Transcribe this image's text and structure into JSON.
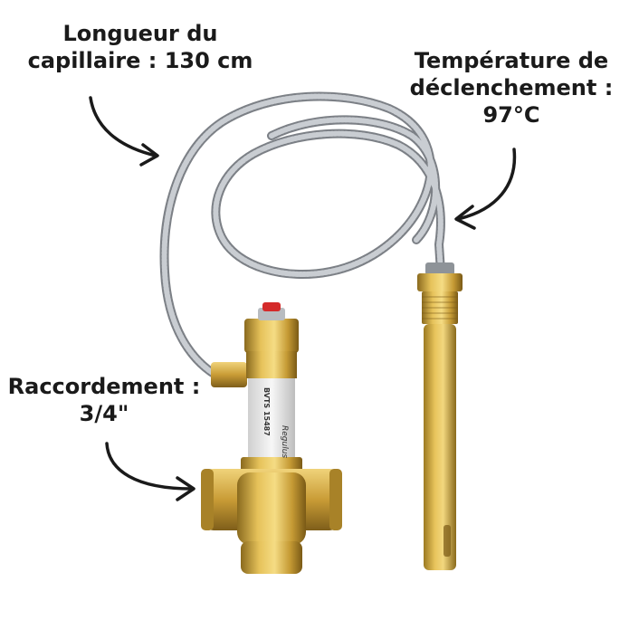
{
  "labels": {
    "capillary": {
      "line1": "Longueur du",
      "line2": "capillaire : 130 cm"
    },
    "temperature": {
      "line1": "Température de",
      "line2": "déclenchement :",
      "line3": "97°C"
    },
    "connection": {
      "line1": "Raccordement :",
      "line2": "3/4\""
    }
  },
  "valve_label_text": {
    "model": "BVTS 15487",
    "brand": "Regulus"
  },
  "colors": {
    "text": "#1a1a1a",
    "brass": "#c9a13c",
    "brass_dark": "#8a6a1e",
    "sensor_gold": "#d6b048",
    "cable_steel": "#a9adb2",
    "button_red": "#d42a2a",
    "background": "#ffffff"
  }
}
